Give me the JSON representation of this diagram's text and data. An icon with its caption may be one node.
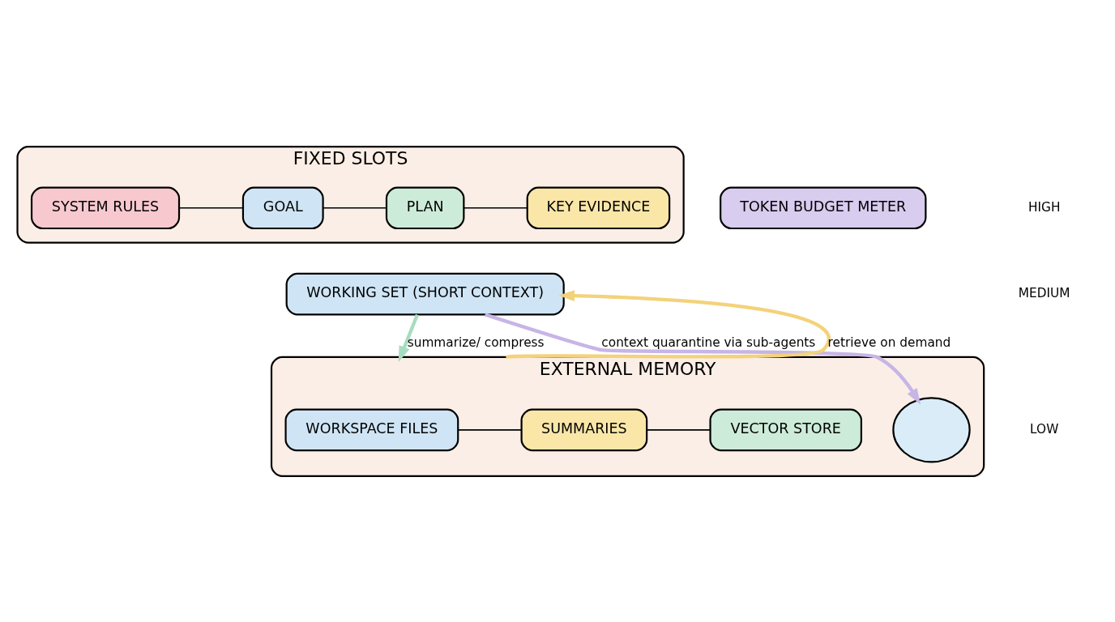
{
  "diagram": {
    "nodes": [
      {
        "text": [
          "FIXED SLOTS"
        ]
      },
      {
        "text": [
          "SYSTEM RULES"
        ],
        "in": 0
      },
      {
        "text": [
          "GOAL"
        ],
        "in": 0
      },
      {
        "text": [
          "PLAN"
        ],
        "in": 0
      },
      {
        "text": [
          "KEY EVIDENCE"
        ],
        "in": 0
      },
      {
        "text": [
          "WORKING SET (SHORT CONTEXT)"
        ]
      },
      {
        "text": [
          "EXTERNAL MEMORY"
        ]
      },
      {
        "text": [
          "WORKSPACE FILES"
        ],
        "in": 6
      },
      {
        "text": [
          "SUMMARIES"
        ],
        "in": 6
      },
      {
        "text": [
          "VECTOR STORE"
        ],
        "in": 6
      },
      {
        "text": [],
        "shape": "cloud",
        "in": 6
      },
      {
        "text": [
          "TOKEN BUDGET METER"
        ]
      }
    ],
    "edges": [
      {
        "from": 1,
        "to": 2,
        "arrow": "none"
      },
      {
        "from": 2,
        "to": 3,
        "arrow": "none"
      },
      {
        "from": 3,
        "to": 4,
        "arrow": "none"
      },
      {
        "from": 7,
        "to": 8,
        "arrow": "none"
      },
      {
        "from": 8,
        "to": 9,
        "arrow": "none"
      },
      {
        "from": 5,
        "to": 6,
        "arrow": "to",
        "label": "summarize/ compress",
        "style": "thick",
        "color": "#a8dcc0"
      },
      {
        "from": 6,
        "to": 5,
        "arrow": "to",
        "label": "retrieve on demand",
        "style": "thick",
        "color": "#f3d27a"
      },
      {
        "from": 5,
        "to": 10,
        "arrow": "to",
        "label": "context quarantine via sub-agents",
        "style": "thick",
        "color": "#c7b5e6"
      }
    ],
    "labels": [
      "HIGH",
      "MEDIUM",
      "LOW"
    ]
  }
}
